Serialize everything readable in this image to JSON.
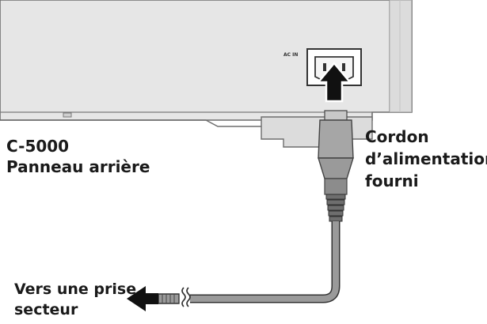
{
  "panel": {
    "model": "C-5000",
    "label": "Panneau arrière",
    "socket_label": "AC IN"
  },
  "cord": {
    "label_line1": "Cordon",
    "label_line2": "d’alimentation",
    "label_line3": "fourni"
  },
  "outlet": {
    "label_line1": "Vers une prise",
    "label_line2": "secteur"
  },
  "colors": {
    "panel_fill": "#e6e6e6",
    "panel_stroke": "#6d6d6d",
    "plug_fill": "#9a9a9a",
    "cable": "#8e8e8e",
    "arrow": "#111111",
    "text": "#1a1a1a"
  },
  "icons": {
    "insert_arrow": "up-arrow-icon",
    "outlet_arrow": "left-arrow-icon",
    "cut_mark": "squiggle-break-icon"
  }
}
